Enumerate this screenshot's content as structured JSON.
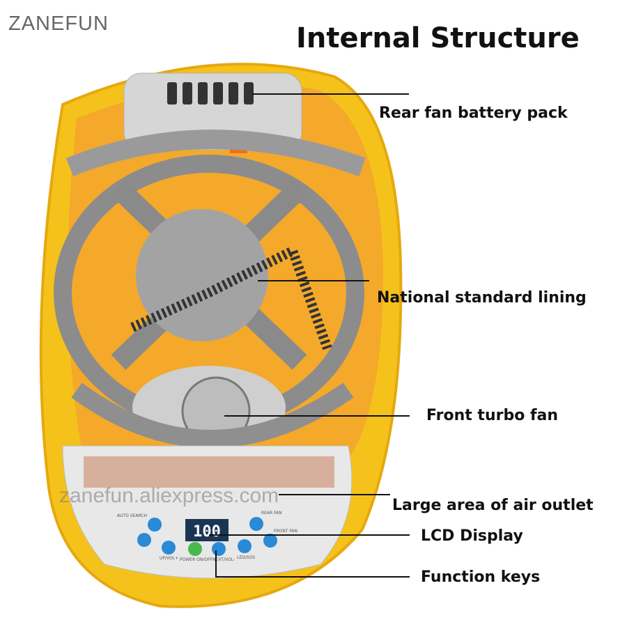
{
  "brand": "ZANEFUN",
  "title": "Internal Structure",
  "watermark": "zanefun.aliexpress.com",
  "labels": {
    "rear_fan": "Rear fan battery pack",
    "lining": "National standard lining",
    "front_fan": "Front turbo fan",
    "air_outlet": "Large area of air outlet",
    "lcd": "LCD Display",
    "keys": "Function keys"
  },
  "panel": {
    "lcd_value": "100",
    "auto_search": "AUTO SEARCH",
    "rear_fan": "REAR FAN",
    "front_fan": "FRONT FAN",
    "up_vol": "UP/VOL+",
    "power": "POWER ON/OFF",
    "next_vol": "NEXT/VOL-",
    "led_sos": "LED/SOS"
  },
  "colors": {
    "shell": "#f5c21b",
    "inner": "#f4a92a",
    "gray": "#9a9a9a",
    "button": "#2a8ad6",
    "power": "#4bb84b"
  }
}
